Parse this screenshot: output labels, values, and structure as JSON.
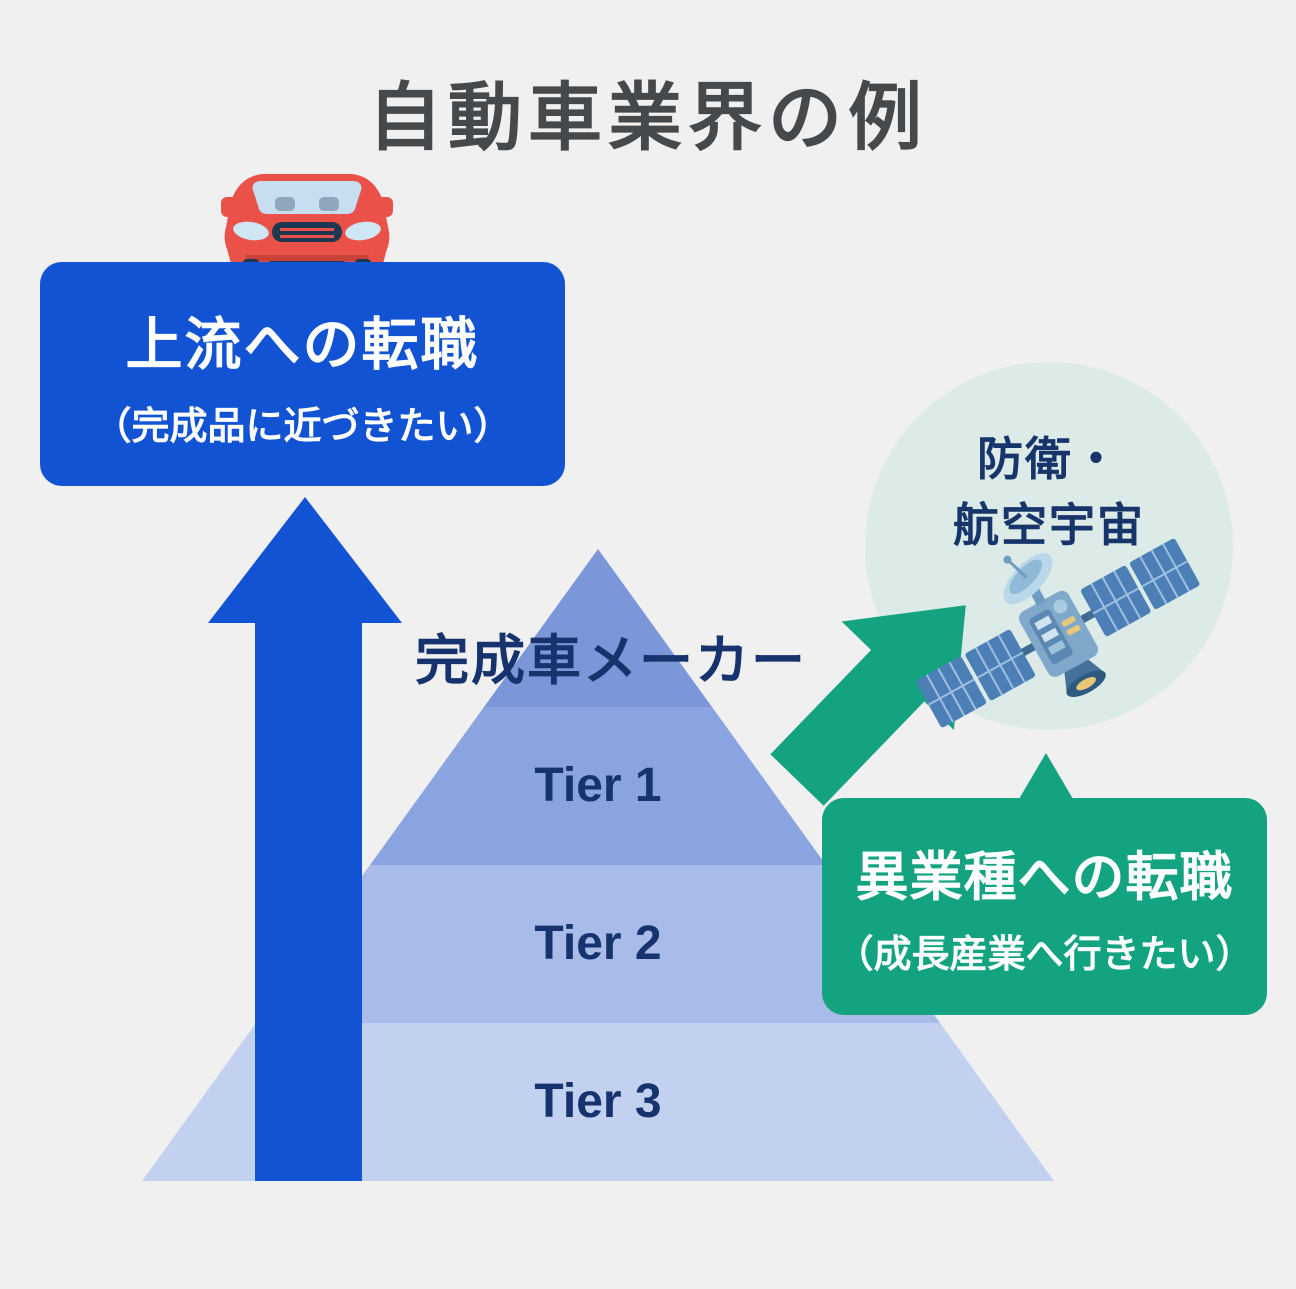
{
  "title": "自動車業界の例",
  "upstream_callout": {
    "heading": "上流への転職",
    "subheading": "（完成品に近づきたい）"
  },
  "pyramid": {
    "top_label": "完成車メーカー",
    "tiers": [
      "Tier 1",
      "Tier 2",
      "Tier 3"
    ]
  },
  "industry_bubble": {
    "name_line1": "防衛・",
    "name_line2": "航空宇宙"
  },
  "cross_industry_callout": {
    "heading": "異業種への転職",
    "subheading": "（成長産業へ行きたい）"
  },
  "icons": {
    "car": "red-car-front",
    "satellite": "satellite"
  },
  "colors": {
    "background": "#f0f0f1",
    "title_text": "#46494c",
    "blue_accent": "#1253d3",
    "green_accent": "#13a380",
    "mint_circle": "#dcebe7",
    "navy_text": "#16336d",
    "pyramid_top": "#7b97da",
    "tier1_band": "#8aa3e1",
    "tier2_band": "#a9bbe8",
    "tier3_band": "#c3d1f0",
    "car_red": "#ea5148"
  }
}
